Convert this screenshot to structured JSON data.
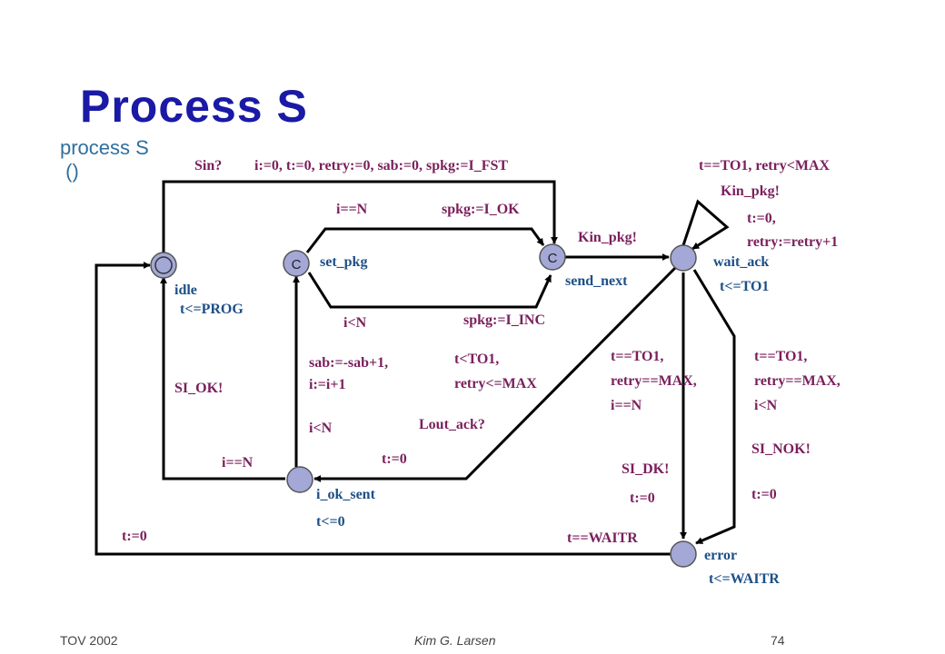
{
  "slide": {
    "title": "Process S",
    "process_header": [
      "process S",
      " ()"
    ]
  },
  "colors": {
    "title": "#1a1aa6",
    "guard_text": "#7a1f5c",
    "location_text": "#1d4f86",
    "location_fill": "#a3a8d6",
    "edge": "#000000"
  },
  "locations": {
    "idle": {
      "name": "idle",
      "invariant": "t<=PROG",
      "kind": "initial"
    },
    "set_pkg": {
      "name": "set_pkg",
      "marker": "C",
      "kind": "committed"
    },
    "send_next": {
      "name": "send_next",
      "marker": "C",
      "kind": "committed"
    },
    "wait_ack": {
      "name": "wait_ack",
      "invariant": "t<=TO1"
    },
    "i_ok_sent": {
      "name": "i_ok_sent",
      "invariant": "t<=0"
    },
    "error": {
      "name": "error",
      "invariant": "t<=WAITR"
    }
  },
  "edges": {
    "idle_to_send_next": {
      "sync": "Sin?",
      "update": "i:=0, t:=0, retry:=0, sab:=0, spkg:=I_FST"
    },
    "set_pkg_top": {
      "guard": "i==N",
      "update": "spkg:=I_OK"
    },
    "set_pkg_bottom": {
      "guard": "i<N",
      "update": "spkg:=I_INC"
    },
    "send_to_wait": {
      "sync": "Kin_pkg!"
    },
    "wait_self": {
      "guard": "t==TO1, retry<MAX",
      "sync": "Kin_pkg!",
      "update_1": "t:=0,",
      "update_2": "retry:=retry+1"
    },
    "wait_to_ok": {
      "guard_1": "t<TO1,",
      "guard_2": "retry<=MAX",
      "sync": "Lout_ack?",
      "update": "t:=0"
    },
    "ok_to_set": {
      "update_1": "sab:=-sab+1,",
      "update_2": "i:=i+1",
      "guard": "i<N"
    },
    "ok_to_idle": {
      "guard": "i==N",
      "sync": "SI_OK!"
    },
    "wait_to_error_ok": {
      "guard_1": "t==TO1,",
      "guard_2": "retry==MAX,",
      "guard_3": "i==N",
      "sync": "SI_DK!",
      "update": "t:=0"
    },
    "wait_to_error_nok": {
      "guard_1": "t==TO1,",
      "guard_2": "retry==MAX,",
      "guard_3": "i<N",
      "sync": "SI_NOK!",
      "update": "t:=0"
    },
    "error_to_idle": {
      "guard": "t==WAITR",
      "update": "t:=0"
    }
  },
  "footer": {
    "left": "TOV 2002",
    "center": "Kim G. Larsen",
    "right": "74"
  }
}
